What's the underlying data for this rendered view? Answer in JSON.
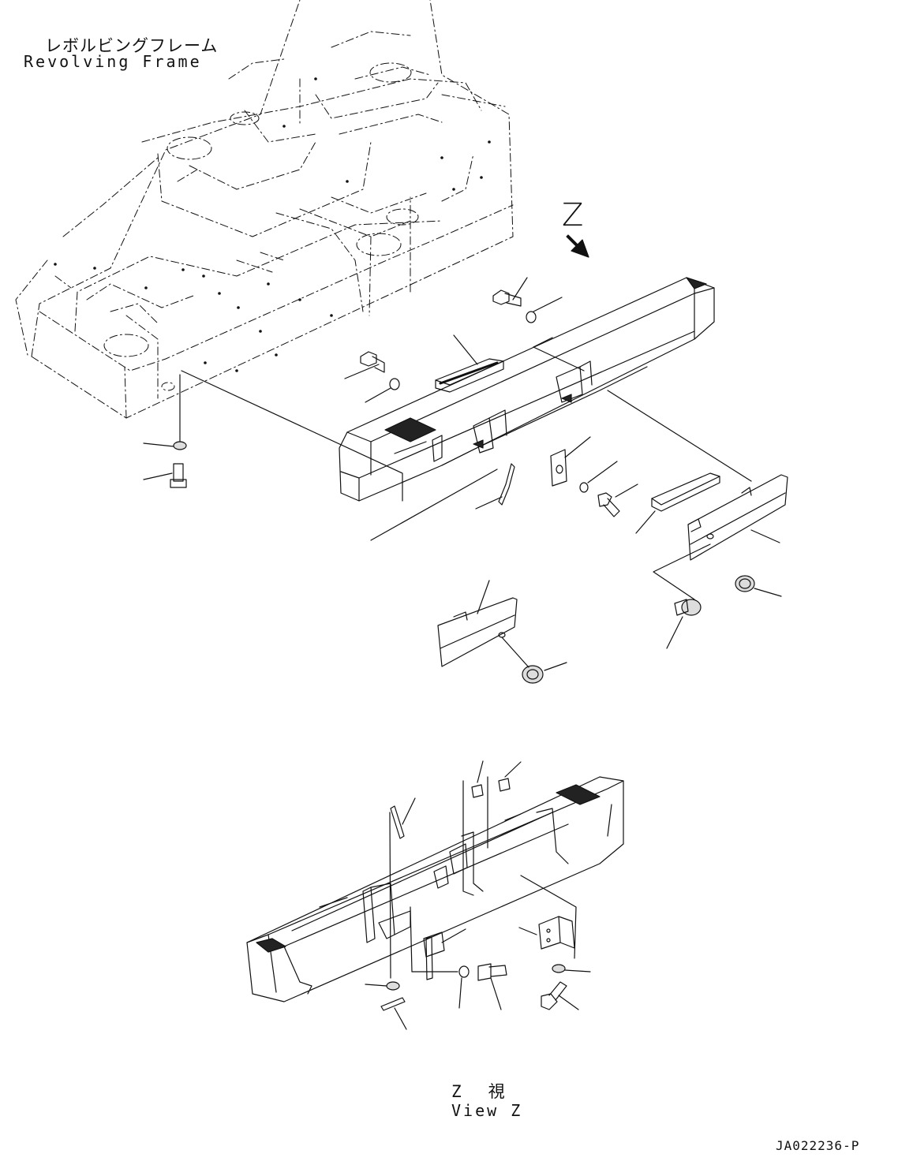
{
  "labels": {
    "frame_jp": "レボルビングフレーム",
    "frame_en": "Revolving Frame",
    "view_letter": "Z",
    "view_jp_letter": "Z",
    "view_jp_char": "視",
    "view_en": "View Z",
    "drawing_code": "JA022236-P"
  },
  "colors": {
    "line": "#111111",
    "background": "#ffffff",
    "shade": "#d8d8d8"
  },
  "icons": {
    "view_arrow": "view-direction-arrow-icon"
  }
}
